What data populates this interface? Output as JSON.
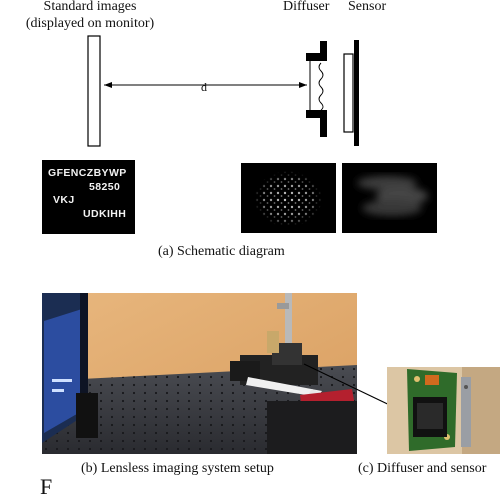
{
  "labels": {
    "standard_images": "Standard images",
    "displayed_on_monitor": "(displayed on monitor)",
    "diffuser": "Diffuser",
    "sensor": "Sensor",
    "distance": "d"
  },
  "standard_image_text": {
    "line1": "GFENCZBYWP",
    "line2": "58250",
    "line3": "VKJ",
    "line4": "UDKIHH"
  },
  "captions": {
    "a": "(a) Schematic diagram",
    "b": "(b) Lensless imaging system setup",
    "c": "(c) Diffuser and sensor"
  },
  "bottom_partial_text": "F"
}
